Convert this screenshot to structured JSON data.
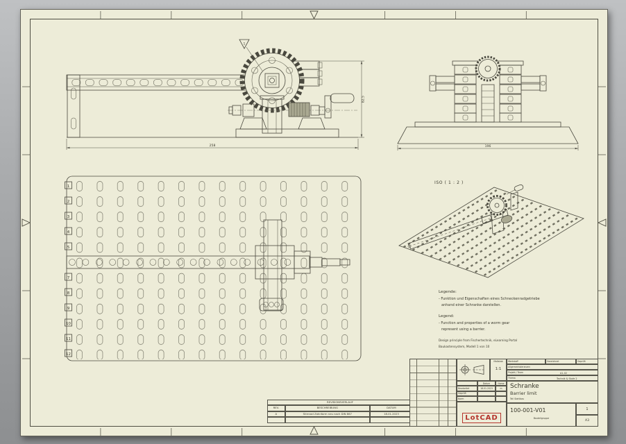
{
  "views": {
    "side": {
      "dim_length": "258",
      "dim_height": "82.5",
      "datum_label": "1"
    },
    "front": {
      "dim_width": "196"
    },
    "plan": {
      "row_labels": [
        "1",
        "2",
        "3",
        "4",
        "5",
        "7",
        "8",
        "9",
        "10",
        "11",
        "12"
      ]
    },
    "iso": {
      "caption": "ISO ( 1 : 2 )"
    }
  },
  "legend": {
    "de_title": "Legende:",
    "de_lines": [
      "- Funktion und Eigenschaften eines Schneckenradgetriebe",
      "anhand einer Schranke darstellen."
    ],
    "en_title": "Legend:",
    "en_lines": [
      "- Function and properties of a worm gear",
      "represent using a barrier."
    ],
    "source_lines": [
      "Design principle from Fischertechnik, eLearning Portal",
      "Baukastensystem, Modell 1 von 10"
    ]
  },
  "revision_table": {
    "title": "REVISIONSVERLAUF",
    "col_rev": "REV.",
    "col_desc": "BESCHREIBUNG",
    "col_date": "DATUM",
    "row_rev": "A",
    "row_desc": "Stirnrad Zahnform neu nach DIN 867",
    "row_date": "18.01.2023"
  },
  "title_block": {
    "scale_label": "Maßstab",
    "scale_value": "1:1",
    "field_material": "Werkstoff",
    "field_drawn": "Gezeichnet",
    "field_checked": "Geprüft",
    "field_tolerance": "Allgemeintoleranzen",
    "field_project": "Projekt / Team",
    "project_value": "A1-02",
    "field_topic": "Thema",
    "topic_value": "Technik & Stufe 2",
    "approval_date_col": "Datum",
    "approval_name_col": "Name",
    "approval_rows": [
      {
        "label": "Bearbeitet",
        "date": "18.01.2023",
        "name": "m"
      },
      {
        "label": "Geprüft",
        "date": "",
        "name": ""
      },
      {
        "label": "Norm",
        "date": "",
        "name": ""
      }
    ],
    "title": "Schranke",
    "subtitle": "Barrier limit",
    "title_note": "Teil Stahlbau",
    "drawing_number": "100-001-V01",
    "number_note": "Bauteilgruppe",
    "logo_text": "LotCAD",
    "sheet_number": "1",
    "paper_format": "A3"
  },
  "colors": {
    "paper": "#edecd8",
    "line": "#4a493f",
    "logo_red": "#b5342c",
    "background_top": "#bfc1c3",
    "background_bottom": "#8d8f91"
  }
}
